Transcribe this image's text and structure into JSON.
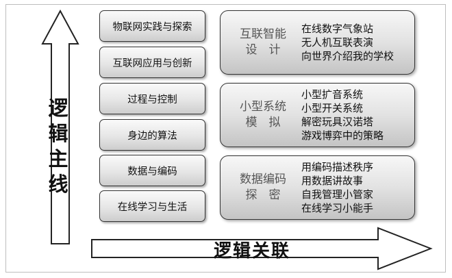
{
  "vertical_arrow": {
    "label_chars": [
      "逻",
      "辑",
      "主",
      "线"
    ]
  },
  "horizontal_arrow": {
    "label": "逻辑关联"
  },
  "left_boxes": [
    {
      "label": "物联网实践与探索"
    },
    {
      "label": "互联网应用与创新"
    },
    {
      "label": "过程与控制"
    },
    {
      "label": "身边的算法"
    },
    {
      "label": "数据与编码"
    },
    {
      "label": "在线学习与生活"
    }
  ],
  "right_boxes": [
    {
      "title_lines": [
        "互联智能",
        "设　计"
      ],
      "items": [
        "在线数字气象站",
        "无人机互联表演",
        "向世界介绍我的学校"
      ]
    },
    {
      "title_lines": [
        "小型系统",
        "模　拟"
      ],
      "items": [
        "小型扩音系统",
        "小型开关系统",
        "解密玩具汉诺塔",
        "游戏博弈中的策略"
      ]
    },
    {
      "title_lines": [
        "数据编码",
        "探　密"
      ],
      "items": [
        "用编码描述秩序",
        "用数据讲故事",
        "自我管理小管家",
        "在线学习小能手"
      ]
    }
  ],
  "colors": {
    "arrow_stroke": "#222222",
    "box_title": "#555555",
    "text": "#111111"
  }
}
